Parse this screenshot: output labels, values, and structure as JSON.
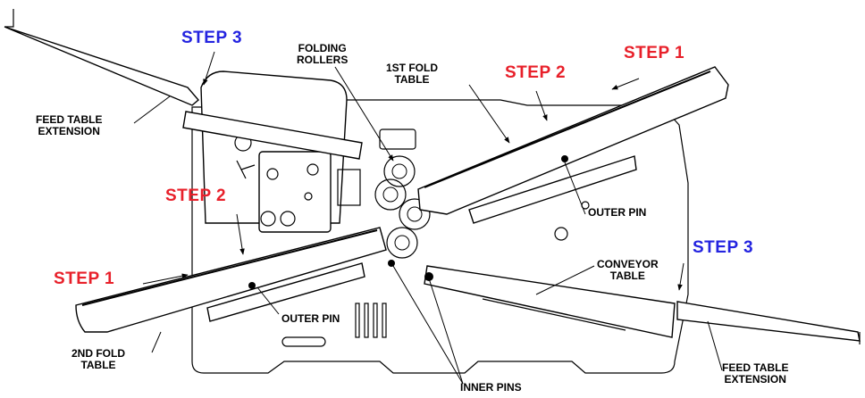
{
  "labels": {
    "step3_top": "STEP 3",
    "folding_rollers": "FOLDING\nROLLERS",
    "first_fold_table": "1ST FOLD\nTABLE",
    "step2_top": "STEP 2",
    "step1_top": "STEP 1",
    "feed_ext_left": "FEED TABLE\nEXTENSION",
    "step2_left": "STEP 2",
    "outer_pin_right": "OUTER PIN",
    "step3_right": "STEP 3",
    "conveyor_table": "CONVEYOR\nTABLE",
    "step1_left": "STEP 1",
    "outer_pin_left": "OUTER PIN",
    "second_fold_table": "2ND FOLD\nTABLE",
    "inner_pins": "INNER PINS",
    "feed_ext_right": "FEED TABLE\nEXTENSION"
  },
  "colors": {
    "step_red": "#e8202a",
    "step_blue": "#2424e0",
    "line": "#000000"
  }
}
